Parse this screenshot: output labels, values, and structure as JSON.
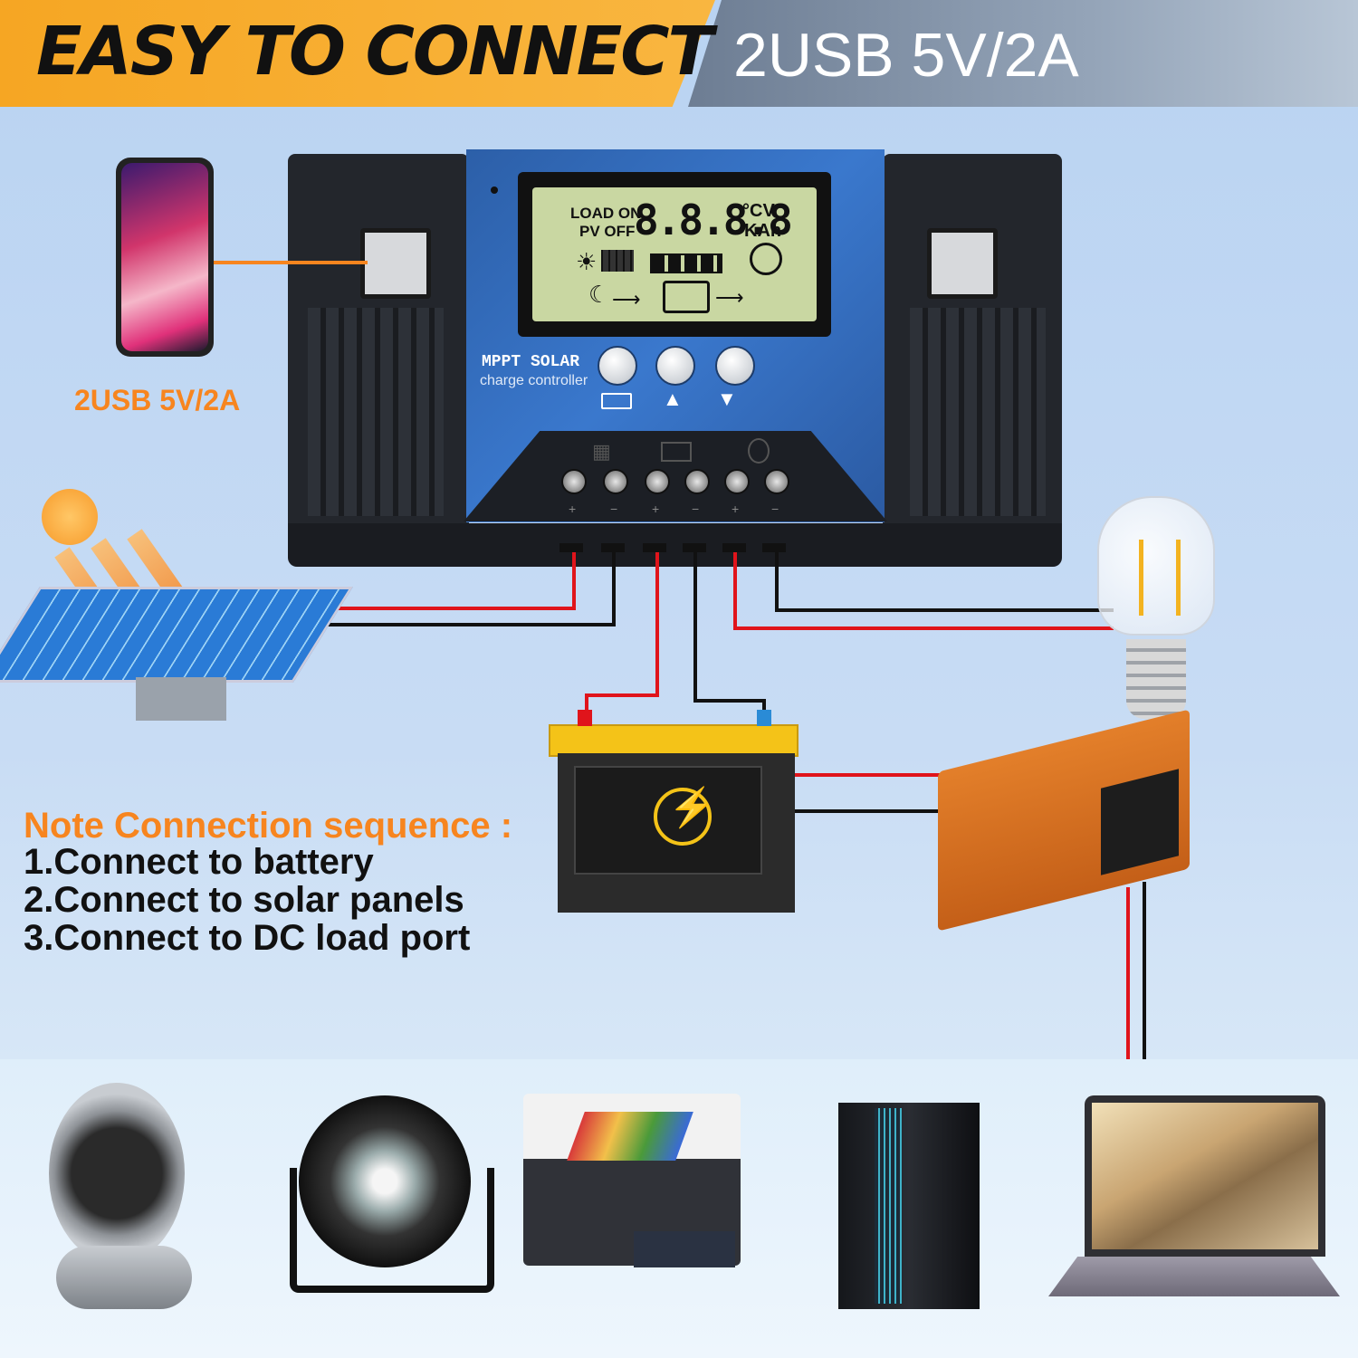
{
  "header": {
    "title": "EASY TO CONNECT",
    "spec": "2USB 5V/2A"
  },
  "controller": {
    "lcd": {
      "load_on": "LOAD ON",
      "pv_off": "PV OFF",
      "digits": "8.8.8.8",
      "unit_cv": "°CV",
      "unit_kah": "KAh"
    },
    "title": "MPPT SOLAR",
    "subtitle": "charge controller",
    "buttons": [
      "menu",
      "up",
      "down-load"
    ],
    "terminals": [
      "+",
      "−",
      "+",
      "−",
      "+",
      "−"
    ]
  },
  "phone_caption": "2USB 5V/2A",
  "notes": {
    "title": "Note Connection sequence :",
    "steps": [
      "1.Connect to battery",
      "2.Connect to solar panels",
      "3.Connect to DC load port"
    ]
  },
  "colors": {
    "accent_orange": "#f7851f",
    "header_orange": "#f6a623",
    "wire_red": "#e0141b",
    "wire_black": "#111111",
    "controller_blue": "#3a78cd"
  },
  "devices": [
    "fan",
    "stage-light",
    "printer",
    "desktop-pc",
    "laptop"
  ]
}
